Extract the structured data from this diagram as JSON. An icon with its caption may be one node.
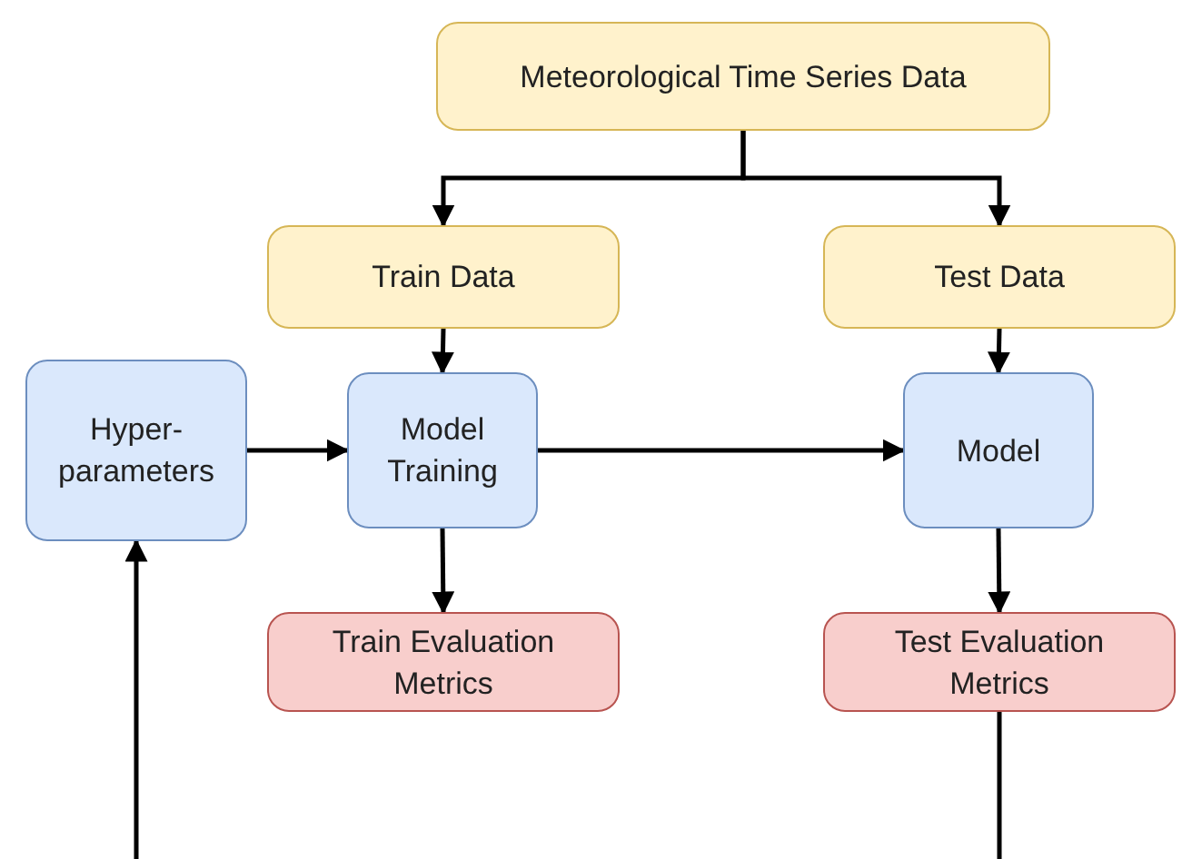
{
  "diagram": {
    "nodes": [
      {
        "text": [
          "Meteorological Time Series Data"
        ]
      },
      {
        "text": [
          "Train Data"
        ]
      },
      {
        "text": [
          "Test Data"
        ]
      },
      {
        "text": [
          "Hyper- parameters"
        ]
      },
      {
        "text": [
          "Model Training"
        ]
      },
      {
        "text": [
          "Model"
        ]
      },
      {
        "text": [
          "Train Evaluation Metrics"
        ]
      },
      {
        "text": [
          "Test Evaluation Metrics"
        ]
      }
    ],
    "edges": [
      {
        "from": 0,
        "to": 1,
        "arrow": "to"
      },
      {
        "from": 0,
        "to": 2,
        "arrow": "to"
      },
      {
        "from": 1,
        "to": 4,
        "arrow": "to"
      },
      {
        "from": 2,
        "to": 5,
        "arrow": "to"
      },
      {
        "from": 3,
        "to": 4,
        "arrow": "to"
      },
      {
        "from": 4,
        "to": 5,
        "arrow": "to"
      },
      {
        "from": 4,
        "to": 6,
        "arrow": "to"
      },
      {
        "from": 5,
        "to": 7,
        "arrow": "to"
      },
      {
        "from": null,
        "to": 3,
        "arrow": "to"
      },
      {
        "from": 7,
        "to": null,
        "arrow": "none"
      }
    ]
  }
}
